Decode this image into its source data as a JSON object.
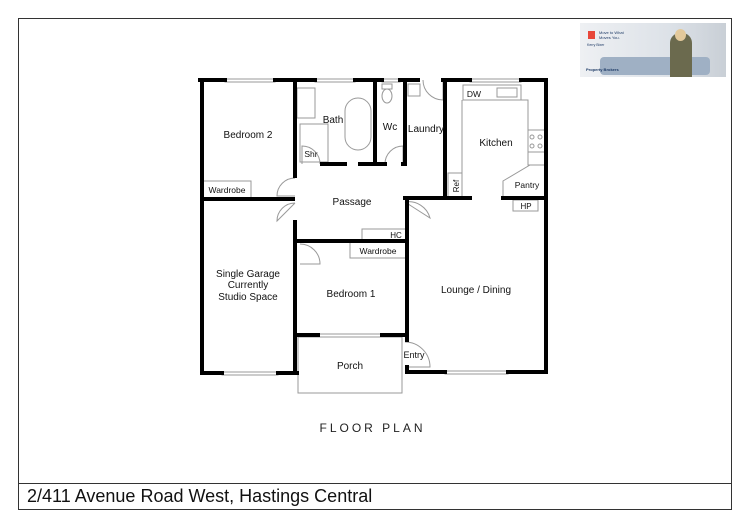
{
  "address": "2/411 Avenue Road West, Hastings Central",
  "plan_title": "FLOOR PLAN",
  "logo": {
    "tagline": "Move to What Moves You.",
    "agent": "Kerry Bixer",
    "brand": "Property Brokers"
  },
  "rooms": {
    "bedroom2": "Bedroom 2",
    "wardrobe2": "Wardrobe",
    "bath": "Bath",
    "shower": "Shr",
    "wc": "Wc",
    "laundry": "Laundry",
    "dw": "DW",
    "kitchen": "Kitchen",
    "ref": "Ref",
    "pantry": "Pantry",
    "hp": "HP",
    "passage": "Passage",
    "hc": "HC",
    "wardrobe1": "Wardrobe",
    "garage": [
      "Single Garage",
      "Currently",
      "Studio Space"
    ],
    "bedroom1": "Bedroom 1",
    "lounge": "Lounge / Dining",
    "porch": "Porch",
    "entry": "Entry"
  }
}
